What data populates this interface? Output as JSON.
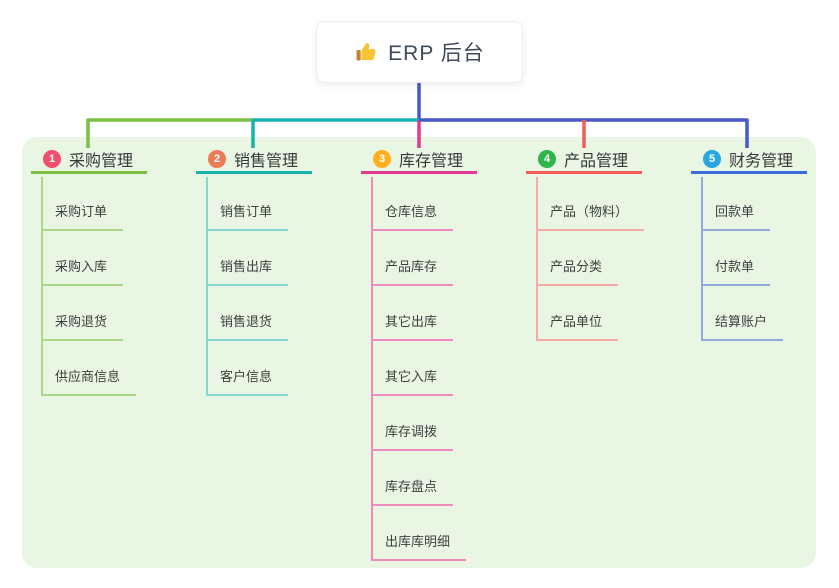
{
  "root": {
    "label": "ERP 后台",
    "icon": "thumbs-up-icon"
  },
  "colors": {
    "panel_background": "#e9f6e3",
    "root_connector_blue": "#4858c9",
    "branch_1_green": "#7cbd44",
    "branch_2_teal": "#17b3ac",
    "branch_3_magenta": "#df3a94",
    "branch_4_red": "#f25d57",
    "branch_5_blue": "#3a6bdd",
    "badge_1": "#f0506e",
    "badge_2": "#ef7b54",
    "badge_3": "#ffb01e",
    "badge_4": "#2eb54c",
    "badge_5": "#2aa7e0"
  },
  "branches": [
    {
      "index": "1",
      "label": "采购管理",
      "items": [
        {
          "label": "采购订单"
        },
        {
          "label": "采购入库"
        },
        {
          "label": "采购退货"
        },
        {
          "label": "供应商信息"
        }
      ]
    },
    {
      "index": "2",
      "label": "销售管理",
      "items": [
        {
          "label": "销售订单"
        },
        {
          "label": "销售出库"
        },
        {
          "label": "销售退货"
        },
        {
          "label": "客户信息"
        }
      ]
    },
    {
      "index": "3",
      "label": "库存管理",
      "items": [
        {
          "label": "仓库信息"
        },
        {
          "label": "产品库存"
        },
        {
          "label": "其它出库"
        },
        {
          "label": "其它入库"
        },
        {
          "label": "库存调拨"
        },
        {
          "label": "库存盘点"
        },
        {
          "label": "出库库明细"
        }
      ]
    },
    {
      "index": "4",
      "label": "产品管理",
      "items": [
        {
          "label": "产品（物料）"
        },
        {
          "label": "产品分类"
        },
        {
          "label": "产品单位"
        }
      ]
    },
    {
      "index": "5",
      "label": "财务管理",
      "items": [
        {
          "label": "回款单"
        },
        {
          "label": "付款单"
        },
        {
          "label": "结算账户"
        }
      ]
    }
  ]
}
